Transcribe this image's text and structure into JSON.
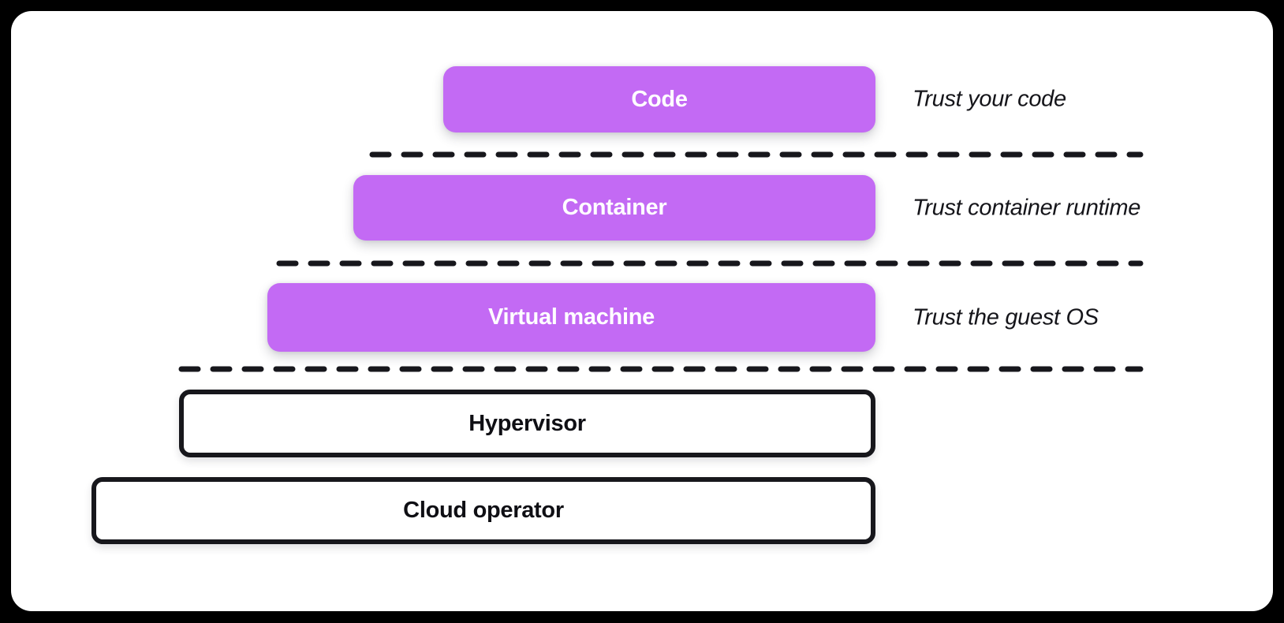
{
  "colors": {
    "background": "#000000",
    "card_background": "#ffffff",
    "layer_purple": "#c36af4",
    "outline_dark": "#17171c",
    "purple_label_text": "#ffffff",
    "annotation_text": "#15151a"
  },
  "layers": [
    {
      "label": "Code",
      "style": "purple",
      "annotation": "Trust your code"
    },
    {
      "label": "Container",
      "style": "purple",
      "annotation": "Trust container runtime"
    },
    {
      "label": "Virtual machine",
      "style": "purple",
      "annotation": "Trust the guest OS"
    },
    {
      "label": "Hypervisor",
      "style": "outline",
      "annotation": ""
    },
    {
      "label": "Cloud operator",
      "style": "outline",
      "annotation": ""
    }
  ],
  "trust_boundaries": {
    "count": 3,
    "style": "dashed"
  }
}
